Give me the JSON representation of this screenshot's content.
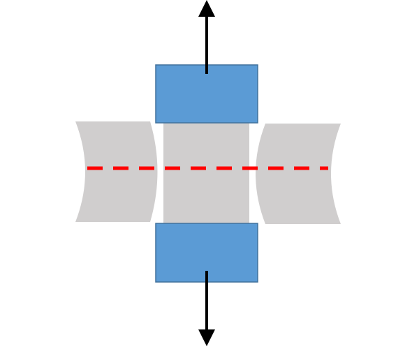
{
  "diagram": {
    "colors": {
      "block": "#5b9bd5",
      "block_border": "#41719c",
      "specimen": "#d0cece",
      "center_line": "#ff0000",
      "arrow": "#000000"
    },
    "elements": [
      "top-grip",
      "bottom-grip",
      "left-specimen",
      "center-specimen",
      "right-specimen",
      "center-line",
      "up-arrow",
      "down-arrow"
    ]
  }
}
